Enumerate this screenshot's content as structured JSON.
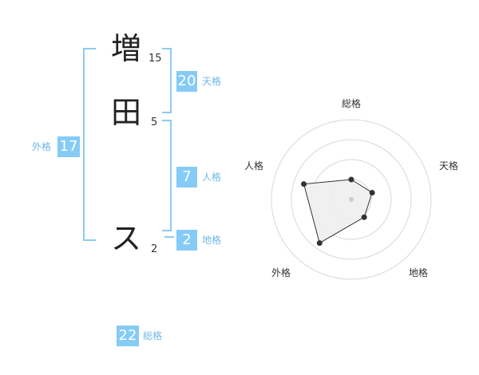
{
  "name": {
    "chars": [
      {
        "char": "増",
        "strokes": "15"
      },
      {
        "char": "田",
        "strokes": "5"
      },
      {
        "char": "ス",
        "strokes": "2"
      }
    ]
  },
  "kakusu": {
    "tenkaku": {
      "value": "20",
      "label": "天格"
    },
    "jinkaku": {
      "value": "7",
      "label": "人格"
    },
    "chikaku": {
      "value": "2",
      "label": "地格"
    },
    "gaikaku": {
      "value": "17",
      "label": "外格"
    },
    "soukaku": {
      "value": "22",
      "label": "総格"
    }
  },
  "colors": {
    "accent": "#85cbf6",
    "bracket": "#8fcaf1",
    "label": "#6fb7e8"
  },
  "chart_data": {
    "type": "radar",
    "axes": [
      "総格",
      "天格",
      "地格",
      "外格",
      "人格"
    ],
    "values": [
      1.0,
      1.1,
      1.1,
      2.7,
      2.5
    ],
    "range": [
      0,
      4
    ],
    "rings": 4
  }
}
